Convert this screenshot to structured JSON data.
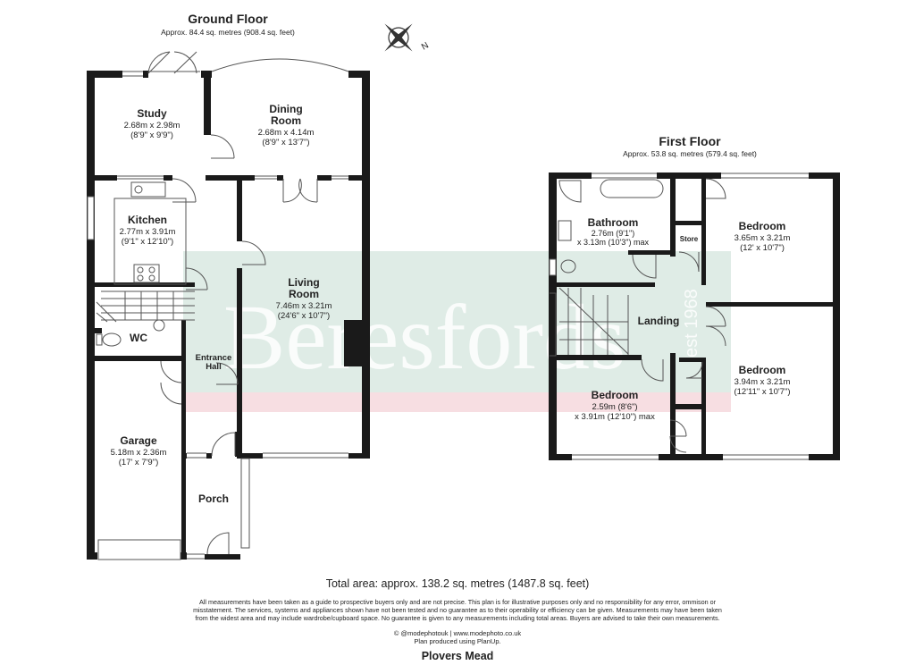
{
  "ground_floor": {
    "title": "Ground Floor",
    "area": "Approx. 84.4 sq. metres (908.4 sq. feet)",
    "rooms": {
      "study": {
        "name": "Study",
        "dim1": "2.68m x 2.98m",
        "dim2": "(8'9\" x 9'9\")"
      },
      "dining": {
        "name1": "Dining",
        "name2": "Room",
        "dim1": "2.68m x 4.14m",
        "dim2": "(8'9\" x 13'7\")"
      },
      "kitchen": {
        "name": "Kitchen",
        "dim1": "2.77m x 3.91m",
        "dim2": "(9'1\" x 12'10\")"
      },
      "living": {
        "name1": "Living",
        "name2": "Room",
        "dim1": "7.46m x 3.21m",
        "dim2": "(24'6\" x 10'7\")"
      },
      "wc": {
        "name": "WC"
      },
      "hall": {
        "name1": "Entrance",
        "name2": "Hall"
      },
      "garage": {
        "name": "Garage",
        "dim1": "5.18m x 2.36m",
        "dim2": "(17' x 7'9\")"
      },
      "porch": {
        "name": "Porch"
      }
    }
  },
  "first_floor": {
    "title": "First Floor",
    "area": "Approx. 53.8 sq. metres (579.4 sq. feet)",
    "rooms": {
      "bathroom": {
        "name": "Bathroom",
        "dim1": "2.76m (9'1\")",
        "dim2": "x 3.13m (10'3\") max"
      },
      "store": {
        "name": "Store"
      },
      "bedroom1": {
        "name": "Bedroom",
        "dim1": "3.65m x 3.21m",
        "dim2": "(12' x 10'7\")"
      },
      "landing": {
        "name": "Landing"
      },
      "bedroom2": {
        "name": "Bedroom",
        "dim1": "2.59m (8'6\")",
        "dim2": "x 3.91m (12'10\") max"
      },
      "bedroom3": {
        "name": "Bedroom",
        "dim1": "3.94m x 3.21m",
        "dim2": "(12'11\" x 10'7\")"
      }
    }
  },
  "compass": {
    "label": "N"
  },
  "watermark": {
    "brand": "Beresfords",
    "est": "est 1968"
  },
  "footer": {
    "total": "Total area: approx. 138.2 sq. metres (1487.8 sq. feet)",
    "disclaimer1": "All measurements have been taken as a guide to prospective buyers only and are not precise. This plan is for illustrative purposes only and no responsibility for any error, ommison or",
    "disclaimer2": "misstatement. The services, systems and appliances shown have not been tested and no guarantee as to their operability or efficiency can be given. Measurements may have been taken",
    "disclaimer3": "from the widest area and may include wardrobe/cupboard space. No guarantee is given to any measurements including total areas. Buyers are advised to take their own measurements.",
    "credit1": "© @modephotouk | www.modephoto.co.uk",
    "credit2": "Plan produced using PlanUp.",
    "property": "Plovers Mead"
  }
}
